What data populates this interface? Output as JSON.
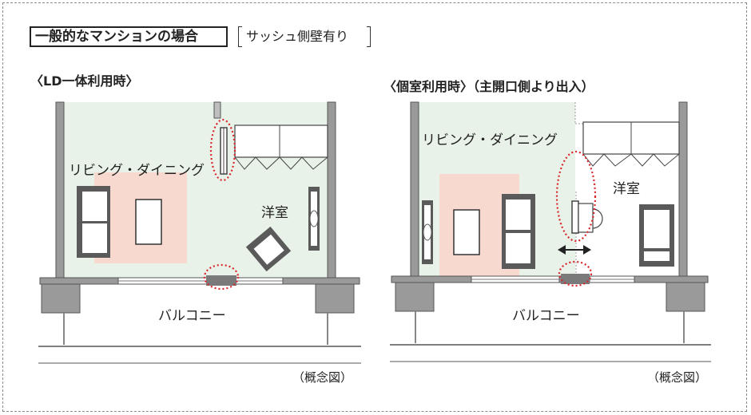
{
  "header": {
    "main_label": "一般的なマンションの場合",
    "sub_label": "サッシュ側壁有り"
  },
  "left_plan": {
    "title": "〈LD一体利用時〉",
    "living_label": "リビング・ダイニング",
    "room_label": "洋室",
    "balcony_label": "バルコニー",
    "caption": "（概念図）"
  },
  "right_plan": {
    "title": "〈個室利用時〉（主開口側より出入）",
    "living_label": "リビング・ダイニング",
    "room_label": "洋室",
    "balcony_label": "バルコニー",
    "caption": "（概念図）"
  },
  "colors": {
    "floor": "#e9f2e8",
    "rug": "#f8d9cf",
    "wall": "#9a9a9a",
    "furniture": "#5a5a5a",
    "highlight": "#d9262b"
  }
}
